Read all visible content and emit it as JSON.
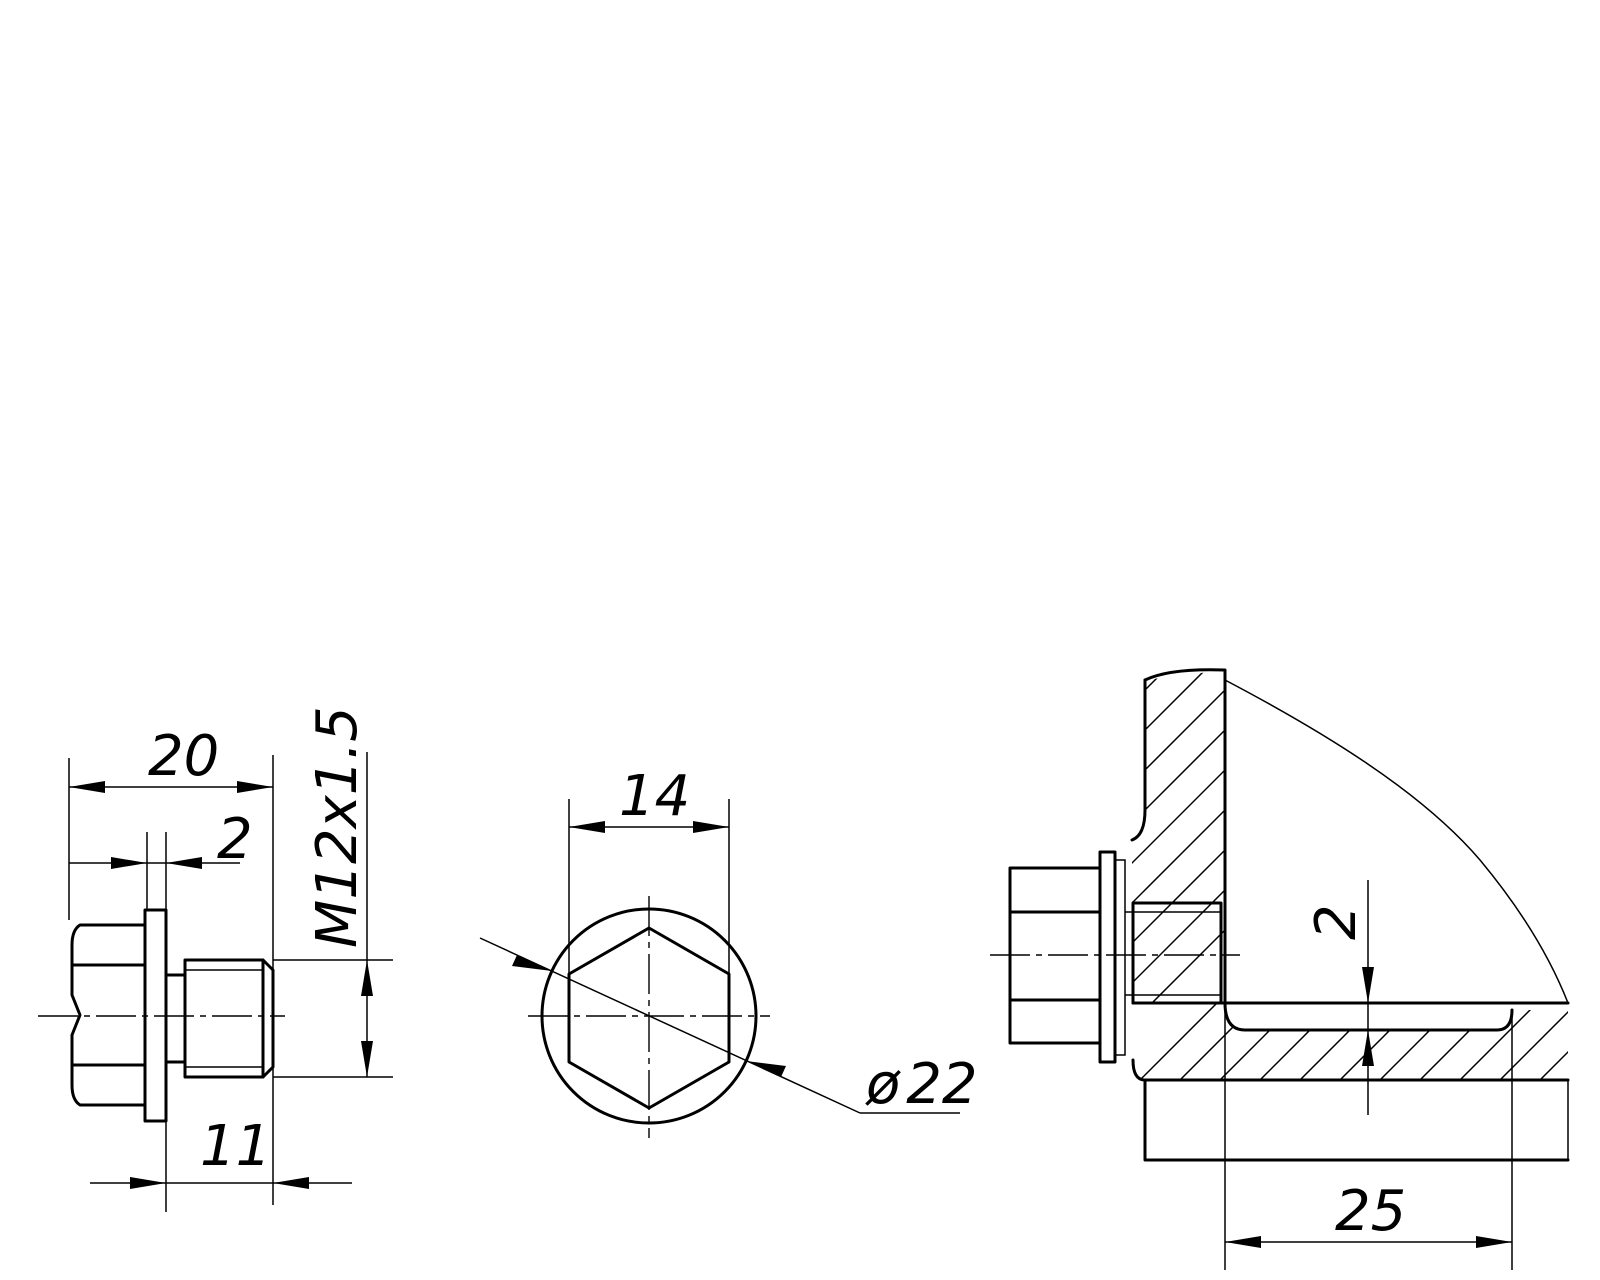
{
  "dimensions": {
    "plug_length": "20",
    "washer_thickness": "2",
    "thread_size": "M12x1.5",
    "thread_length": "11",
    "hex_size": "14",
    "diameter_symbol": "ø",
    "diameter_value": "22",
    "gap": "2",
    "offset": "25"
  }
}
